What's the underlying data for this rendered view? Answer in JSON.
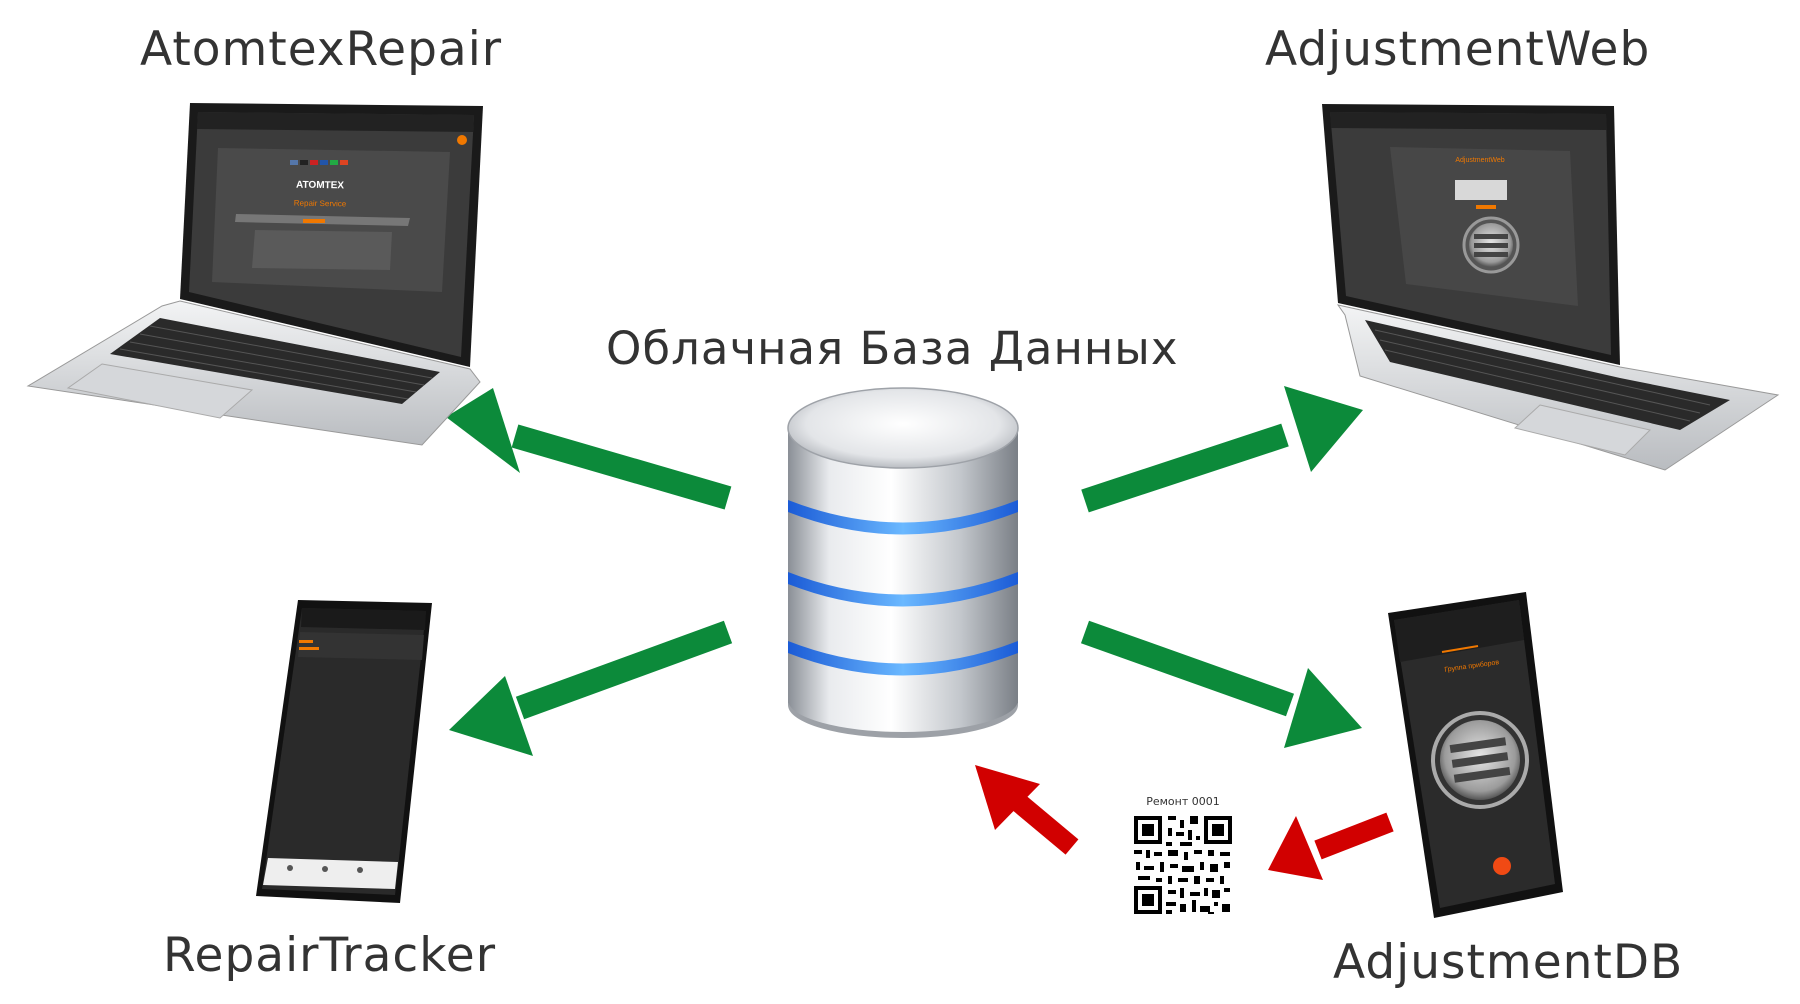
{
  "labels": {
    "top_left": "AtomtexRepair",
    "top_right": "AdjustmentWeb",
    "center": "Облачная База Данных",
    "bottom_left": "RepairTracker",
    "bottom_right": "AdjustmentDB",
    "qr_caption": "Ремонт 0001"
  },
  "laptop_left_screen": {
    "brand": "ATOMTEX",
    "service_title": "Repair Service"
  },
  "laptop_right_screen": {
    "title": "AdjustmentWeb"
  },
  "phone_right_screen": {
    "subtitle": "Группа приборов"
  },
  "colors": {
    "arrow_green": "#0c8a3a",
    "arrow_red": "#d10000",
    "db_glow": "#2f8cff",
    "accent_orange": "#f07800"
  },
  "icons": [
    "database-icon",
    "laptop-icon",
    "smartphone-icon",
    "qr-code-icon",
    "arrow-icon"
  ]
}
